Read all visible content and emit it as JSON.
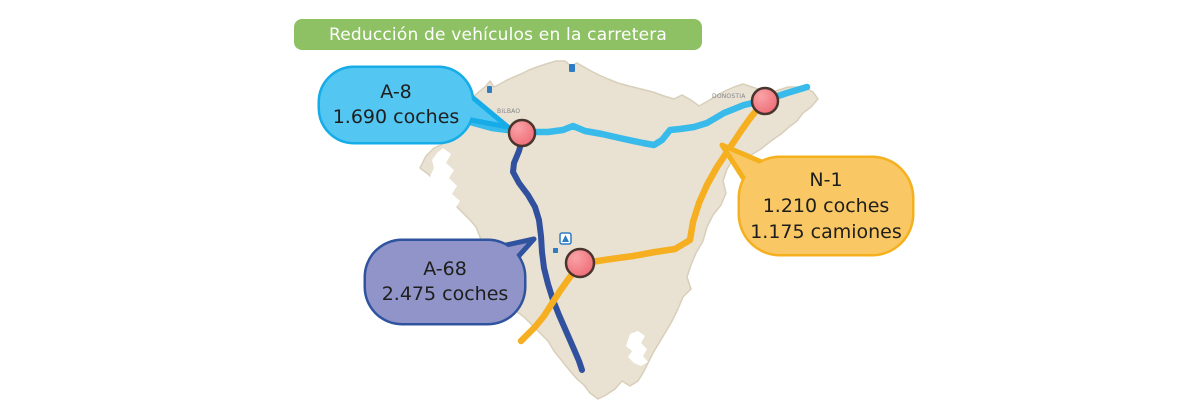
{
  "banner": {
    "label": "Reducción de vehículos en la carretera"
  },
  "callouts": {
    "a8": {
      "road_name": "A-8",
      "stat_coches": "1.690 coches"
    },
    "n1": {
      "road_name": "N-1",
      "stat_coches": "1.210 coches",
      "stat_camiones": "1.175 camiones"
    },
    "a68": {
      "road_name": "A-68",
      "stat_coches": "2.475 coches"
    }
  },
  "map": {
    "region": "Basque Country road map",
    "city_labels": {
      "bilbao": "BILBAO",
      "donostia": "DONOSTIA"
    }
  },
  "colors": {
    "banner_bg": "#8DC163",
    "banner_text": "#FFFFFF",
    "map_fill": "#E9E2D2",
    "map_border": "#D8CFBB",
    "road_a8": "#38BAEB",
    "road_n1": "#F6AF21",
    "road_a68": "#31519E",
    "marker_fill": "#EE6570",
    "marker_fill_light": "#F9A3A7",
    "marker_border": "#4A342E",
    "callout_a8_fill": "#53C6F2",
    "callout_a8_border": "#16ACE8",
    "callout_n1_fill": "#F9C763",
    "callout_n1_border": "#F5B01E",
    "callout_a68_fill": "#9094C8",
    "callout_a68_border": "#30539F",
    "poi_blue": "#2E7CC3"
  }
}
